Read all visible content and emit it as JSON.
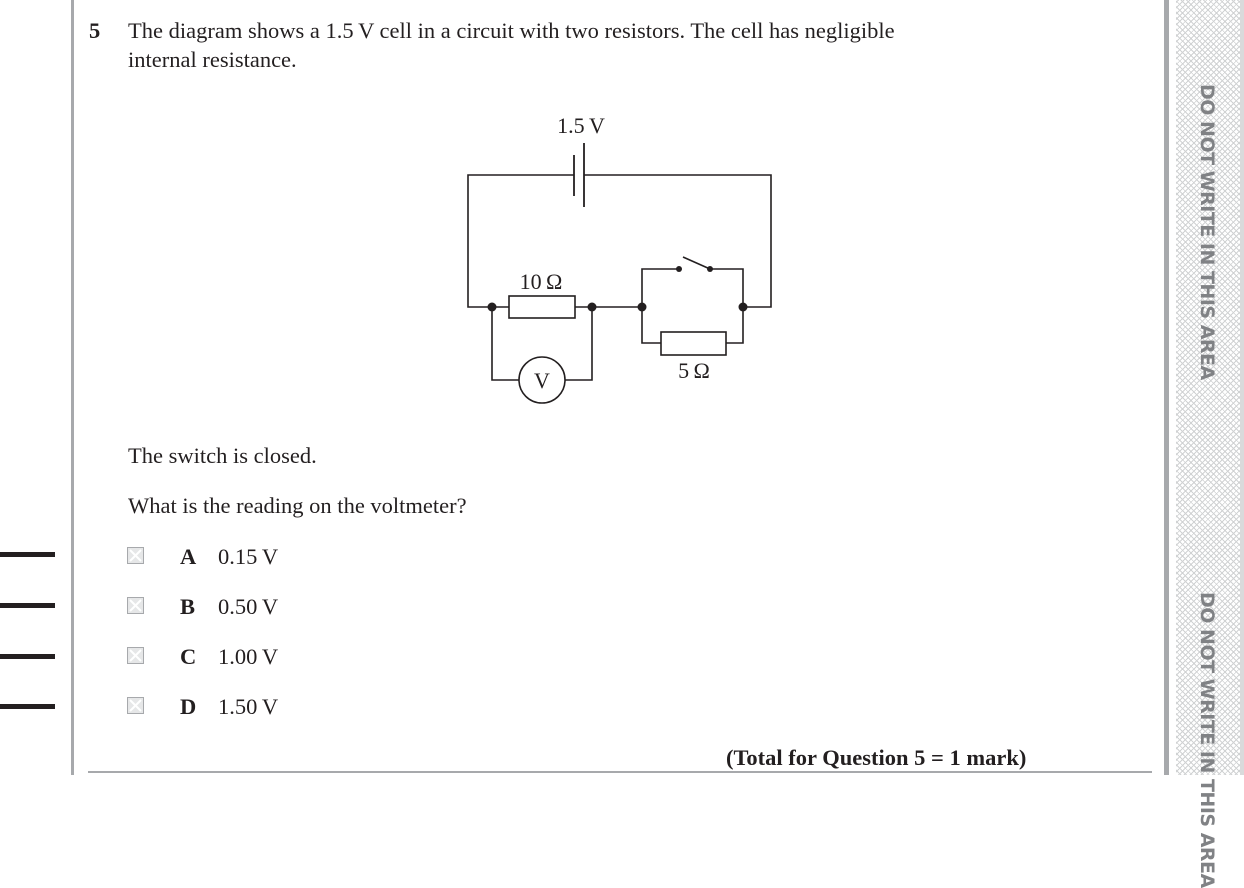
{
  "question": {
    "number": "5",
    "text_line1": "The diagram shows a 1.5 V cell in a circuit with two resistors. The cell has negligible",
    "text_line2": "internal resistance.",
    "statement": "The switch is closed.",
    "prompt": "What is the reading on the voltmeter?",
    "total": "(Total for Question 5 = 1 mark)"
  },
  "circuit": {
    "cell_label": "1.5 V",
    "resistor1_label": "10 Ω",
    "resistor2_label": "5 Ω",
    "voltmeter_label": "V"
  },
  "options": [
    {
      "letter": "A",
      "value": "0.15 V"
    },
    {
      "letter": "B",
      "value": "0.50 V"
    },
    {
      "letter": "C",
      "value": "1.00 V"
    },
    {
      "letter": "D",
      "value": "1.50 V"
    }
  ],
  "margin": {
    "warning1": "DO NOT WRITE IN THIS AREA",
    "warning2": "DO NOT WRITE IN THIS AREA"
  }
}
